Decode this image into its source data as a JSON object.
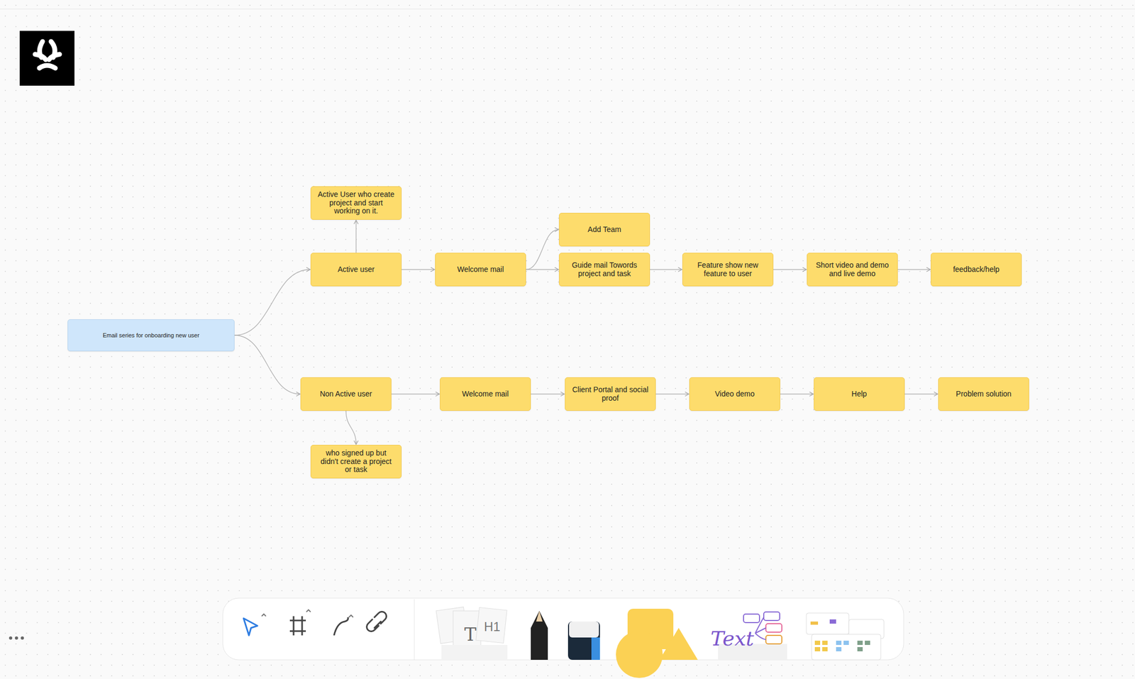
{
  "diagram": {
    "nodes": [
      {
        "text": [
          "Email series for onboarding new user"
        ]
      },
      {
        "text": [
          "Active User who create project and start working on it."
        ]
      },
      {
        "text": [
          "Active user"
        ]
      },
      {
        "text": [
          "Welcome mail"
        ]
      },
      {
        "text": [
          "Add Team"
        ]
      },
      {
        "text": [
          "Guide mail Towords project and task"
        ]
      },
      {
        "text": [
          "Feature show new feature to user"
        ]
      },
      {
        "text": [
          "Short video and demo and live demo"
        ]
      },
      {
        "text": [
          "feedback/help"
        ]
      },
      {
        "text": [
          "Non Active user"
        ]
      },
      {
        "text": [
          "Welcome mail"
        ]
      },
      {
        "text": [
          "Client Portal and social proof"
        ]
      },
      {
        "text": [
          "Video demo"
        ]
      },
      {
        "text": [
          "Help"
        ]
      },
      {
        "text": [
          "Problem solution"
        ]
      },
      {
        "text": [
          "who signed up but didn't create a project or task"
        ]
      }
    ],
    "edges": [
      {
        "from": 0,
        "to": 2,
        "arrow": "to"
      },
      {
        "from": 0,
        "to": 9,
        "arrow": "to"
      },
      {
        "from": 2,
        "to": 1,
        "arrow": "to"
      },
      {
        "from": 2,
        "to": 3,
        "arrow": "to"
      },
      {
        "from": 3,
        "to": 4,
        "arrow": "to"
      },
      {
        "from": 3,
        "to": 5,
        "arrow": "to"
      },
      {
        "from": 5,
        "to": 6,
        "arrow": "to"
      },
      {
        "from": 6,
        "to": 7,
        "arrow": "to"
      },
      {
        "from": 7,
        "to": 8,
        "arrow": "to"
      },
      {
        "from": 9,
        "to": 15,
        "arrow": "to"
      },
      {
        "from": 9,
        "to": 10,
        "arrow": "to"
      },
      {
        "from": 10,
        "to": 11,
        "arrow": "to"
      },
      {
        "from": 11,
        "to": 12,
        "arrow": "to"
      },
      {
        "from": 12,
        "to": 13,
        "arrow": "to"
      },
      {
        "from": 13,
        "to": 14,
        "arrow": "to"
      }
    ],
    "labels": [
      "T",
      "H1",
      "Text"
    ]
  }
}
